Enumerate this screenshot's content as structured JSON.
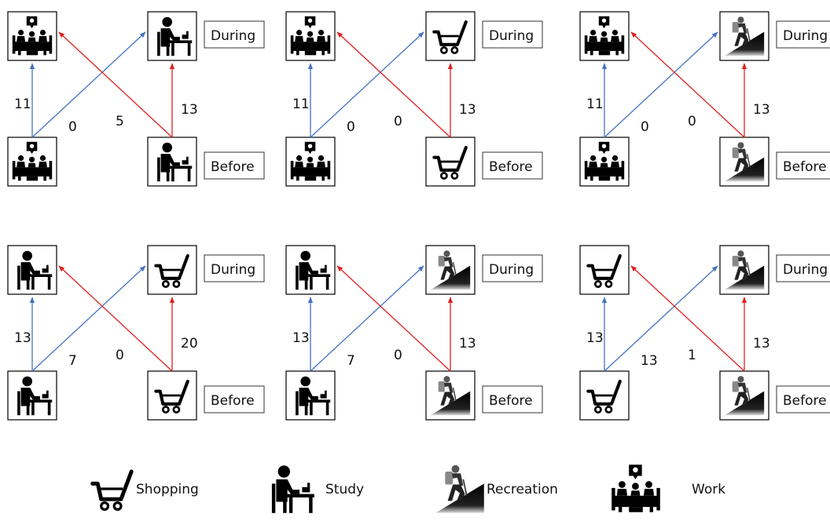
{
  "labels": {
    "before": "Before",
    "during": "During"
  },
  "legend": [
    {
      "icon": "shopping",
      "label": "Shopping"
    },
    {
      "icon": "study",
      "label": "Study"
    },
    {
      "icon": "recreation",
      "label": "Recreation"
    },
    {
      "icon": "work",
      "label": "Work"
    }
  ],
  "colors": {
    "same_activity_arrow": "#4472c4",
    "cross_activity_arrow": "#e02020"
  },
  "panels": [
    {
      "left": "work",
      "right": "study",
      "left_stay": "11",
      "left_to_right": "0",
      "right_to_left": "5",
      "right_stay": "13"
    },
    {
      "left": "work",
      "right": "shopping",
      "left_stay": "11",
      "left_to_right": "0",
      "right_to_left": "0",
      "right_stay": "13"
    },
    {
      "left": "work",
      "right": "recreation",
      "left_stay": "11",
      "left_to_right": "0",
      "right_to_left": "0",
      "right_stay": "13"
    },
    {
      "left": "study",
      "right": "shopping",
      "left_stay": "13",
      "left_to_right": "7",
      "right_to_left": "0",
      "right_stay": "20"
    },
    {
      "left": "study",
      "right": "recreation",
      "left_stay": "13",
      "left_to_right": "7",
      "right_to_left": "0",
      "right_stay": "13"
    },
    {
      "left": "shopping",
      "right": "recreation",
      "left_stay": "13",
      "left_to_right": "13",
      "right_to_left": "1",
      "right_stay": "13"
    }
  ]
}
